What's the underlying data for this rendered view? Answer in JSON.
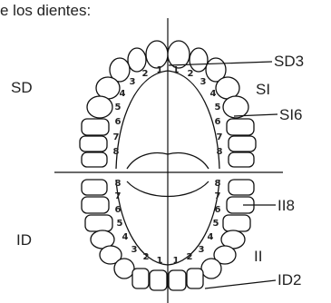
{
  "header_text": "e los dientes:",
  "quadrants": {
    "sd": "SD",
    "si": "SI",
    "id": "ID",
    "ii": "II"
  },
  "callouts": {
    "sd3": "SD3",
    "si6": "SI6",
    "ii8": "II8",
    "id2": "ID2"
  },
  "upper_numbers": {
    "left": [
      "1",
      "2",
      "3",
      "4",
      "5",
      "6",
      "7",
      "8"
    ],
    "right": [
      "1",
      "2",
      "3",
      "4",
      "5",
      "6",
      "7",
      "8"
    ]
  },
  "lower_numbers": {
    "left": [
      "1",
      "2",
      "3",
      "4",
      "5",
      "6",
      "7",
      "8"
    ],
    "right": [
      "1",
      "2",
      "3",
      "4",
      "5",
      "6",
      "7",
      "8"
    ]
  },
  "palate_mark": "⌒"
}
